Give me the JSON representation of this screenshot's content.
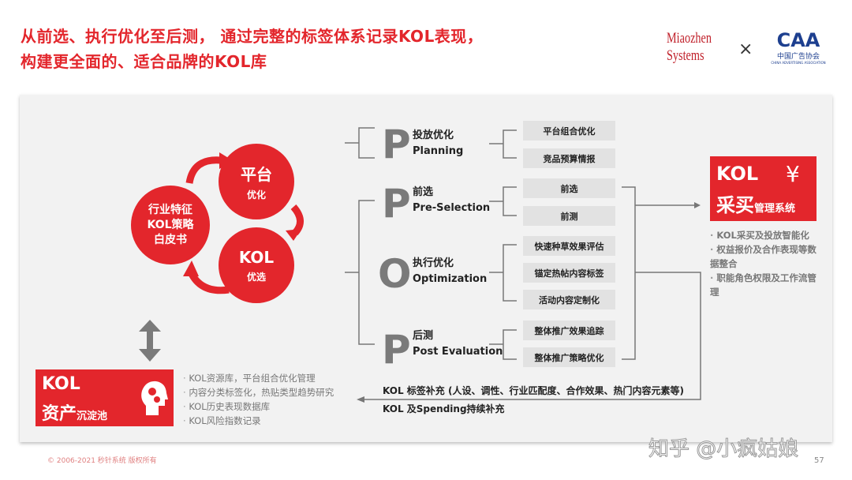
{
  "title": {
    "line1": "从前选、执行优化至后测， 通过完整的标签体系记录KOL表现，",
    "line2": "构建更全面的、适合品牌的KOL库"
  },
  "logos": {
    "miaozhen": "Miaozhen Systems",
    "times": "×",
    "caa": "CAA",
    "caa_cn": "中国广告协会",
    "caa_en": "CHINA ADVERTISING ASSOCIATION"
  },
  "cycle": {
    "top": {
      "big": "平台",
      "small": "优化"
    },
    "left": {
      "lines": [
        "行业特征",
        "KOL策略",
        "白皮书"
      ]
    },
    "bottom": {
      "big": "KOL",
      "small": "优选"
    }
  },
  "asset": {
    "kol": "KOL",
    "main": "资产",
    "sub": "沉淀池",
    "bullets": [
      "KOL资源库，平台组合优化管理",
      "内容分类标签化，热贴类型趋势研究",
      "KOL历史表现数据库",
      "KOL风险指数记录"
    ]
  },
  "stages": [
    {
      "letter": "P",
      "cn": "投放优化",
      "en": "Planning",
      "items": [
        "平台组合优化",
        "竞品预算情报"
      ]
    },
    {
      "letter": "P",
      "cn": "前选",
      "en": "Pre-Selection",
      "items": [
        "前选",
        "前测"
      ]
    },
    {
      "letter": "O",
      "cn": "执行优化",
      "en": "Optimization",
      "items": [
        "快速种草效果评估",
        "锚定热帖内容标签",
        "活动内容定制化"
      ]
    },
    {
      "letter": "P",
      "cn": "后测",
      "en": "Post Evaluation",
      "items": [
        "整体推广效果追踪",
        "整体推广策略优化"
      ]
    }
  ],
  "purchase": {
    "kol": "KOL",
    "yen": "¥",
    "main": "采买",
    "sub": "管理系统",
    "bullets": [
      "KOL采买及投放智能化",
      "权益报价及合作表现等数据整合",
      "职能角色权限及工作流管理"
    ]
  },
  "feedback": {
    "line1": "KOL 标签补充 (人设、调性、行业匹配度、合作效果、热门内容元素等)",
    "line2": "KOL 及Spending持续补充"
  },
  "footer": {
    "copyright": "© 2006-2021 秒针系统 版权所有",
    "watermark": "知乎 @小疯姑娘",
    "page": "57"
  },
  "colors": {
    "accent": "#e3262c",
    "gray": "#7a7a7a"
  }
}
